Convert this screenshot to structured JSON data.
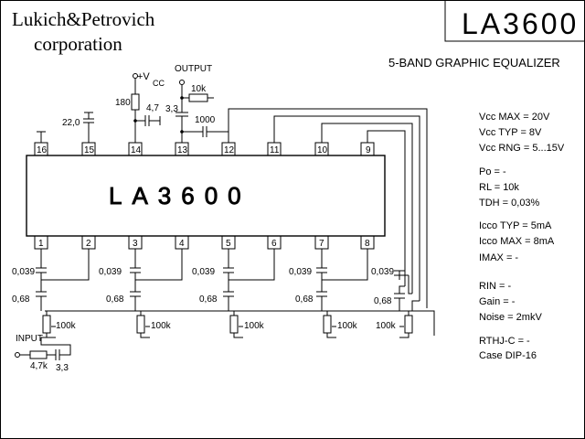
{
  "company": {
    "line1": "Lukich&Petrovich",
    "line2": "corporation"
  },
  "part_number": "LA3600",
  "subtitle": "5-BAND GRAPHIC EQUALIZER",
  "chip_label": "LA3600",
  "pins_top": [
    "16",
    "15",
    "14",
    "13",
    "12",
    "11",
    "10",
    "9"
  ],
  "pins_bottom": [
    "1",
    "2",
    "3",
    "4",
    "5",
    "6",
    "7",
    "8"
  ],
  "labels": {
    "vcc_plus": "+V",
    "vcc_sub": "CC",
    "output": "OUTPUT",
    "r180": "180",
    "c47": "4,7",
    "c33_top": "3,3",
    "r10k": "10k",
    "c1000": "1000",
    "c22": "22,0",
    "input": "INPUT",
    "r47k": "4,7k",
    "c33_in": "3,3",
    "c039": "0,039",
    "c068": "0,68",
    "r100k": "100k"
  },
  "specs": {
    "vcc_max": "Vcc MAX = 20V",
    "vcc_typ": "Vcc TYP = 8V",
    "vcc_rng": "Vcc RNG = 5...15V",
    "po": "Po = -",
    "rl": "RL = 10k",
    "tdh": "TDH = 0,03%",
    "icco_typ": "Icco TYP = 5mA",
    "icco_max": "Icco MAX = 8mA",
    "imax": "IMAX =      -",
    "rin": "RIN = -",
    "gain": "Gain = -",
    "noise": "Noise = 2mkV",
    "rthj": "RTHJ-C = -",
    "case": "Case DIP-16"
  }
}
